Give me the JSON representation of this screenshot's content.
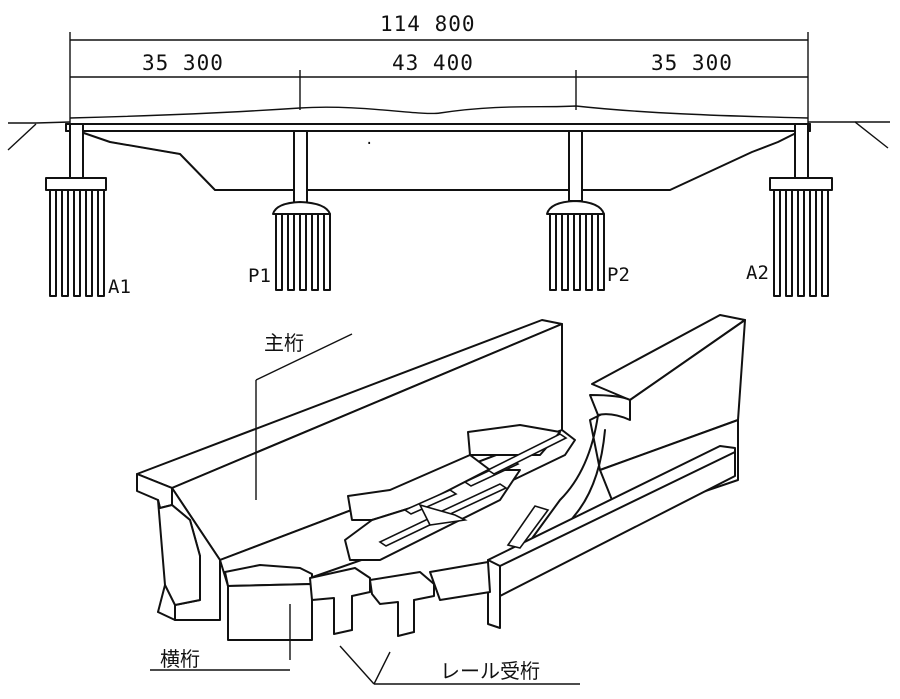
{
  "elevation": {
    "total_span": "114 800",
    "span_1": "35 300",
    "span_2": "43 400",
    "span_3": "35 300",
    "supports": [
      "A1",
      "P1",
      "P2",
      "A2"
    ]
  },
  "perspective": {
    "main_girder_label": "主桁",
    "cross_girder_label": "横桁",
    "rail_girder_label": "レール受桁"
  }
}
